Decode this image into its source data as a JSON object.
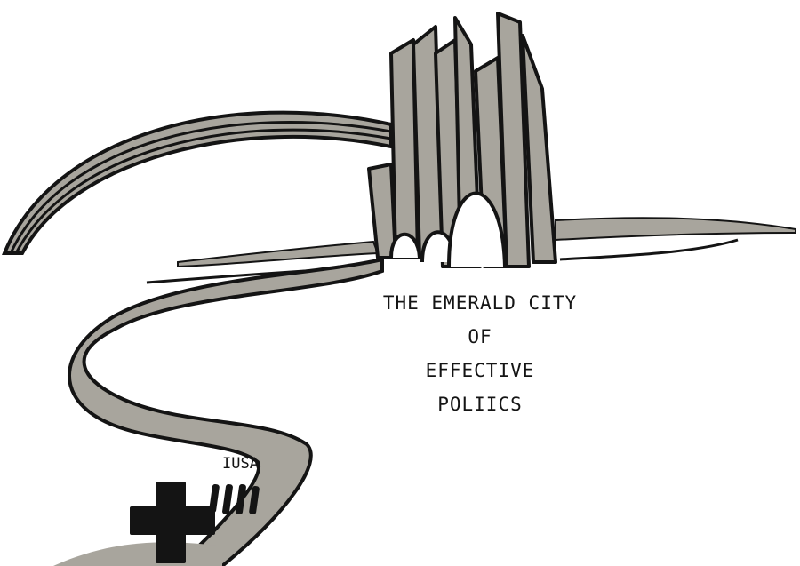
{
  "caption": {
    "line1": "THE EMERALD CITY",
    "line2": "OF",
    "line3": "EFFECTIVE POLIICS"
  },
  "road_label": "IUSA",
  "colors": {
    "ink": "#141414",
    "fill": "#a8a59d",
    "background": "#ffffff"
  },
  "icons": [
    "cross-icon"
  ]
}
